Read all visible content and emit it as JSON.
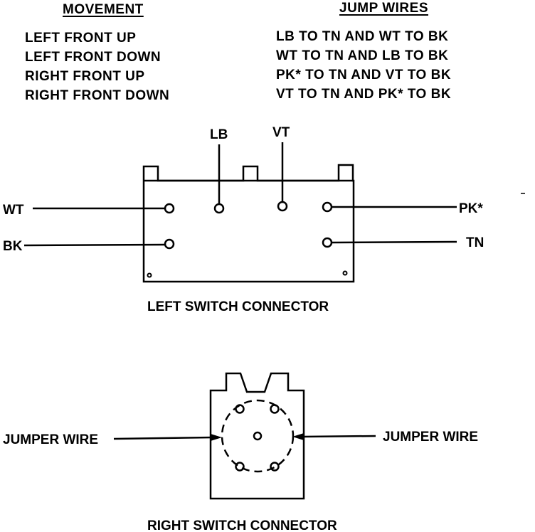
{
  "table": {
    "movement_header": "MOVEMENT",
    "jump_header": "JUMP WIRES",
    "rows": [
      {
        "movement": "LEFT FRONT UP",
        "jump": "LB TO TN AND WT TO BK"
      },
      {
        "movement": "LEFT FRONT DOWN",
        "jump": "WT TO TN AND LB TO BK"
      },
      {
        "movement": "RIGHT FRONT UP",
        "jump": "PK* TO TN AND VT TO BK"
      },
      {
        "movement": "RIGHT FRONT DOWN",
        "jump": "VT TO TN AND PK* TO BK"
      }
    ]
  },
  "left_connector": {
    "caption": "LEFT SWITCH CONNECTOR",
    "labels": {
      "lb": "LB",
      "vt": "VT",
      "wt": "WT",
      "bk": "BK",
      "pk": "PK*",
      "tn": "TN"
    }
  },
  "right_connector": {
    "caption": "RIGHT SWITCH CONNECTOR",
    "left_label": "JUMPER WIRE",
    "right_label": "JUMPER WIRE"
  }
}
